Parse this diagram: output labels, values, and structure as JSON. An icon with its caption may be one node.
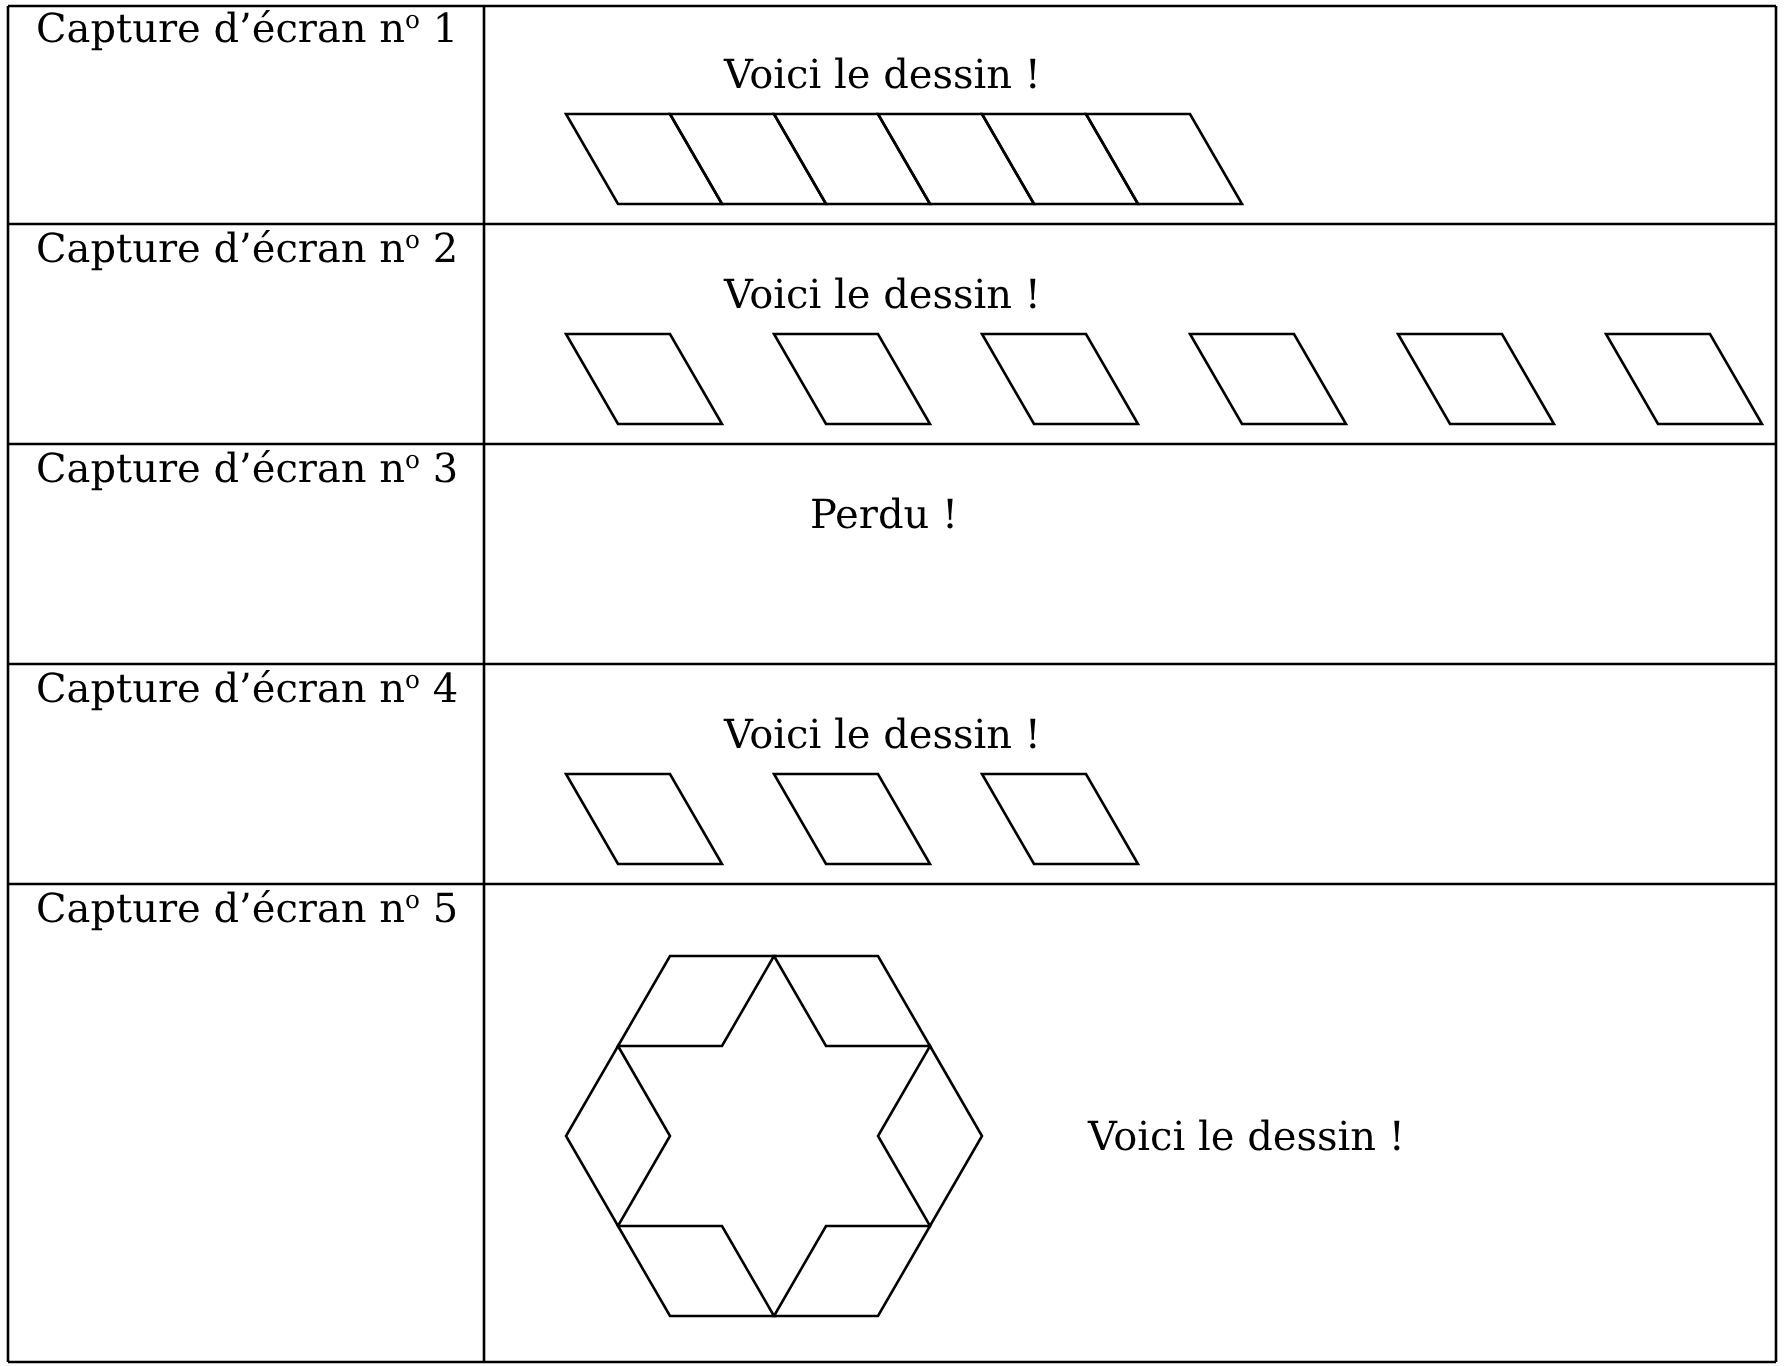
{
  "diagram": {
    "labels": [
      "Capture d’écran n$^{o}$ 1",
      "Voici le dessin !",
      "Capture d’écran n$^{o}$ 2",
      "Voici le dessin !",
      "Capture d’écran n$^{o}$ 3",
      "Perdu !",
      "Capture d’écran n$^{o}$ 4",
      "Voici le dessin !",
      "Capture d’écran n$^{o}$ 5",
      "Voici le dessin !"
    ]
  }
}
